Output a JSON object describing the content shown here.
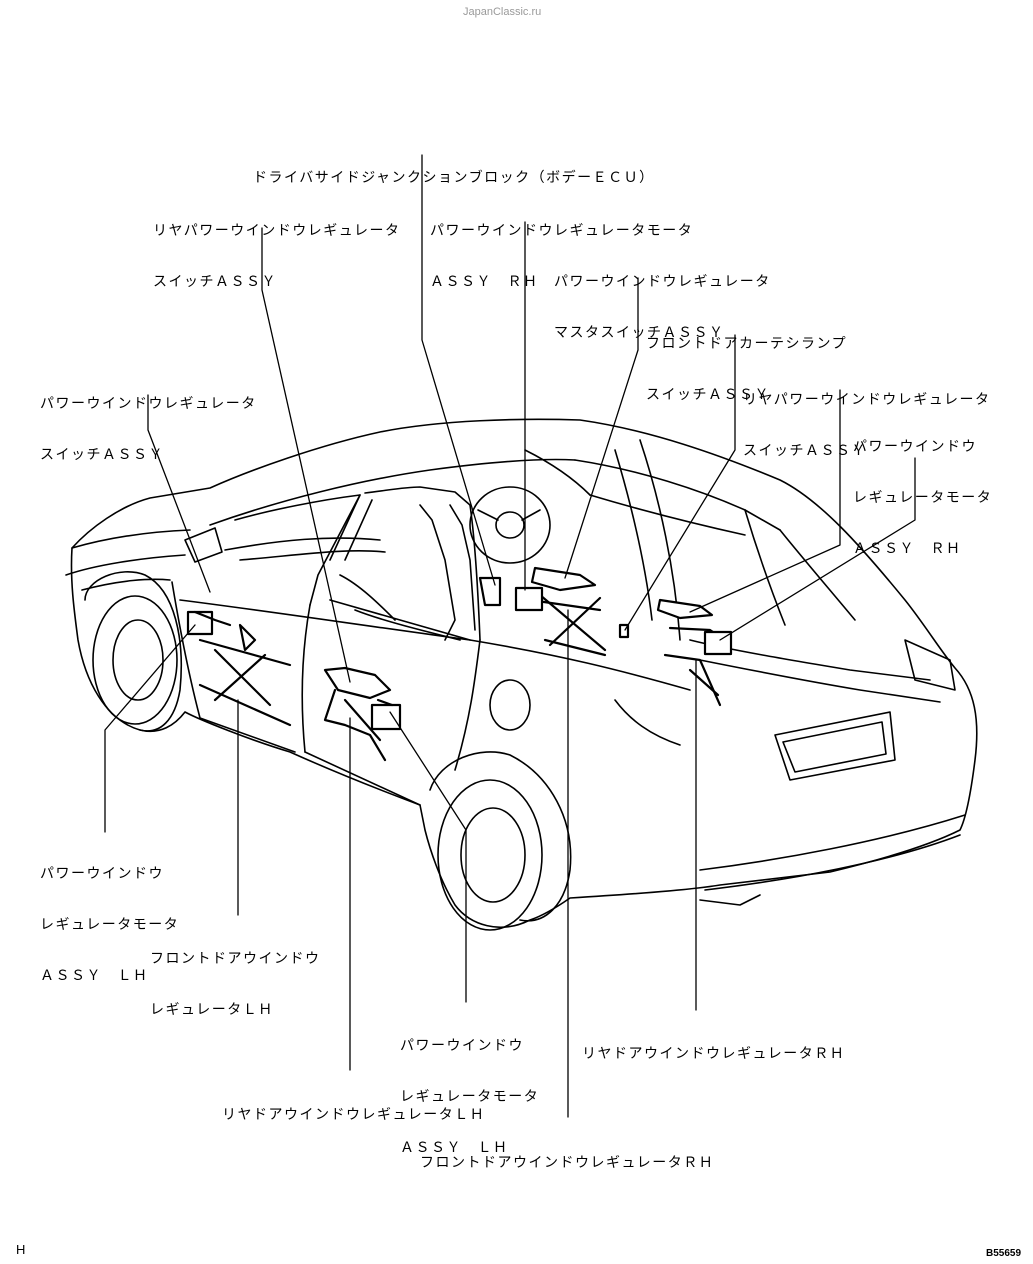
{
  "watermark": "JapanClassic.ru",
  "page_code": "H",
  "figure_number": "B55659",
  "labels": {
    "junction_block": "ドライバサイドジャンクションブロック（ボデーＥＣＵ）",
    "rear_pw_switch_left": [
      "リヤパワーウインドウレギュレータ",
      "スイッチＡＳＳＹ"
    ],
    "pw_motor_rh_top": [
      "パワーウインドウレギュレータモータ",
      "ＡＳＳＹ　ＲＨ"
    ],
    "master_switch": [
      "パワーウインドウレギュレータ",
      "マスタスイッチＡＳＳＹ"
    ],
    "courtesy_lamp_switch": [
      "フロントドアカーテシランプ",
      "スイッチＡＳＳＹ"
    ],
    "pw_switch_left": [
      "パワーウインドウレギュレータ",
      "スイッチＡＳＳＹ"
    ],
    "rear_pw_switch_right": [
      "リヤパワーウインドウレギュレータ",
      "スイッチＡＳＳＹ"
    ],
    "pw_motor_rh_right": [
      "パワーウインドウ",
      "レギュレータモータ",
      "ＡＳＳＹ　ＲＨ"
    ],
    "pw_motor_lh_left": [
      "パワーウインドウ",
      "レギュレータモータ",
      "ＡＳＳＹ　ＬＨ"
    ],
    "front_regulator_lh": [
      "フロントドアウインドウ",
      "レギュレータＬＨ"
    ],
    "pw_motor_lh_bottom": [
      "パワーウインドウ",
      "レギュレータモータ",
      "ＡＳＳＹ　ＬＨ"
    ],
    "rear_regulator_rh": "リヤドアウインドウレギュレータＲＨ",
    "rear_regulator_lh": "リヤドアウインドウレギュレータＬＨ",
    "front_regulator_rh": "フロントドアウインドウレギュレータＲＨ"
  }
}
